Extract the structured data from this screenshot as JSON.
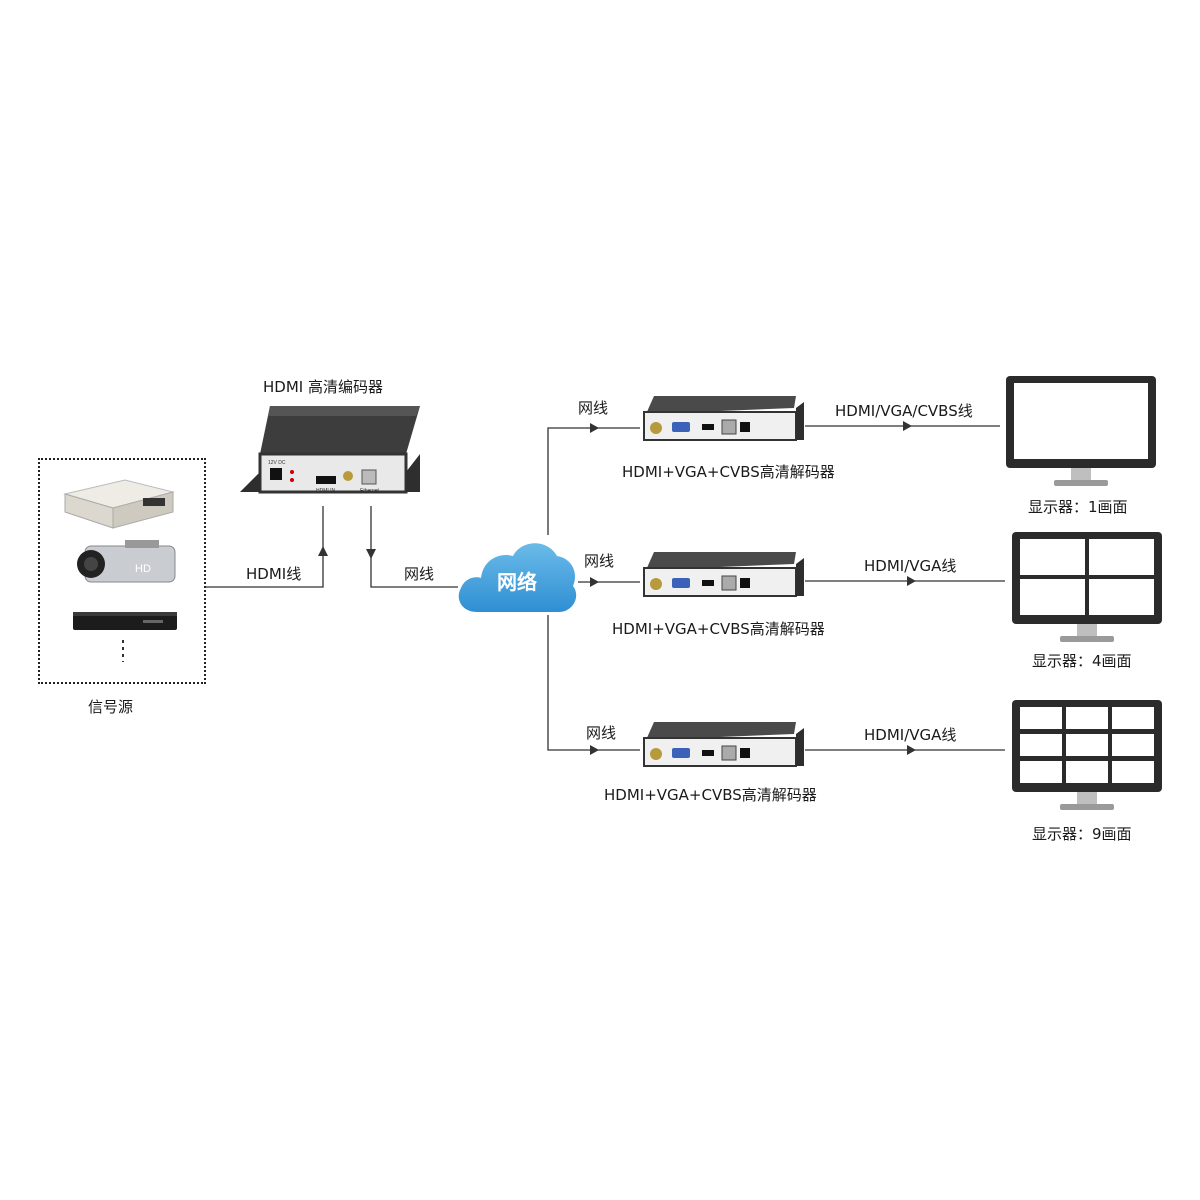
{
  "source": {
    "label": "信号源"
  },
  "encoder": {
    "title": "HDMI 高清编码器",
    "panel_texts": [
      "12V DC",
      "HDMI IN",
      "Ethernet"
    ]
  },
  "links": {
    "hdmi_cable": "HDMI线",
    "net_cable_encoder": "网线",
    "net_cable_1": "网线",
    "net_cable_2": "网线",
    "net_cable_3": "网线",
    "out_cable_1": "HDMI/VGA/CVBS线",
    "out_cable_2": "HDMI/VGA线",
    "out_cable_3": "HDMI/VGA线"
  },
  "cloud": {
    "label": "网络",
    "color": "#3a9ad9"
  },
  "decoders": [
    {
      "label": "HDMI+VGA+CVBS高清解码器"
    },
    {
      "label": "HDMI+VGA+CVBS高清解码器"
    },
    {
      "label": "HDMI+VGA+CVBS高清解码器"
    }
  ],
  "displays": [
    {
      "label": "显示器：1画面",
      "panes": 1
    },
    {
      "label": "显示器：4画面",
      "panes": 4
    },
    {
      "label": "显示器：9画面",
      "panes": 9
    }
  ]
}
